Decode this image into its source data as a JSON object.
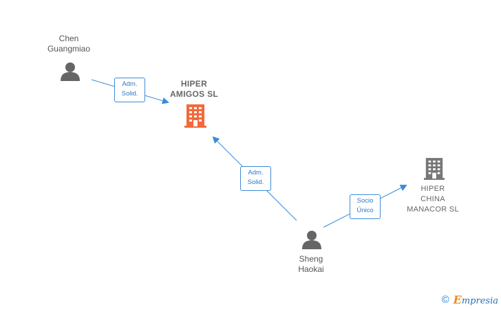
{
  "nodes": {
    "chen": {
      "name": "Chen\nGuangmiao",
      "type": "person"
    },
    "hiper_amigos": {
      "name": "HIPER\nAMIGOS  SL",
      "type": "company",
      "highlight": true
    },
    "sheng": {
      "name": "Sheng\nHaokai",
      "type": "person"
    },
    "hiper_china": {
      "name": "HIPER\nCHINA\nMANACOR  SL",
      "type": "company",
      "highlight": false
    }
  },
  "edges": {
    "chen_to_amigos": {
      "label": "Adm.\nSolid."
    },
    "sheng_to_amigos": {
      "label": "Adm.\nSolid."
    },
    "sheng_to_china": {
      "label": "Socio\nÚnico"
    }
  },
  "colors": {
    "edge": "#3d8ad8",
    "highlight_company": "#f26a3a",
    "company": "#777777",
    "person": "#666666"
  },
  "footer": {
    "copyright_symbol": "©",
    "brand_initial": "E",
    "brand_rest": "mpresia"
  }
}
